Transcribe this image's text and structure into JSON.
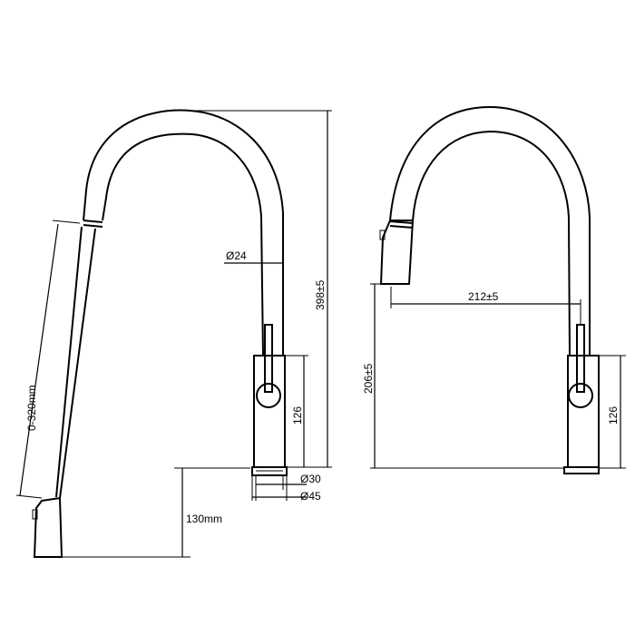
{
  "labels": {
    "hose_range": "0-320mm",
    "spout_diameter": "Ø24",
    "total_height": "398±5",
    "body_height_left": "126",
    "base_diameter_inner": "Ø30",
    "base_diameter_outer": "Ø45",
    "pulldown_clearance": "130mm",
    "reach": "212±5",
    "spout_outlet_height": "206±5",
    "body_height_right": "126"
  },
  "colors": {
    "ink": "#000000",
    "paper": "#ffffff"
  }
}
